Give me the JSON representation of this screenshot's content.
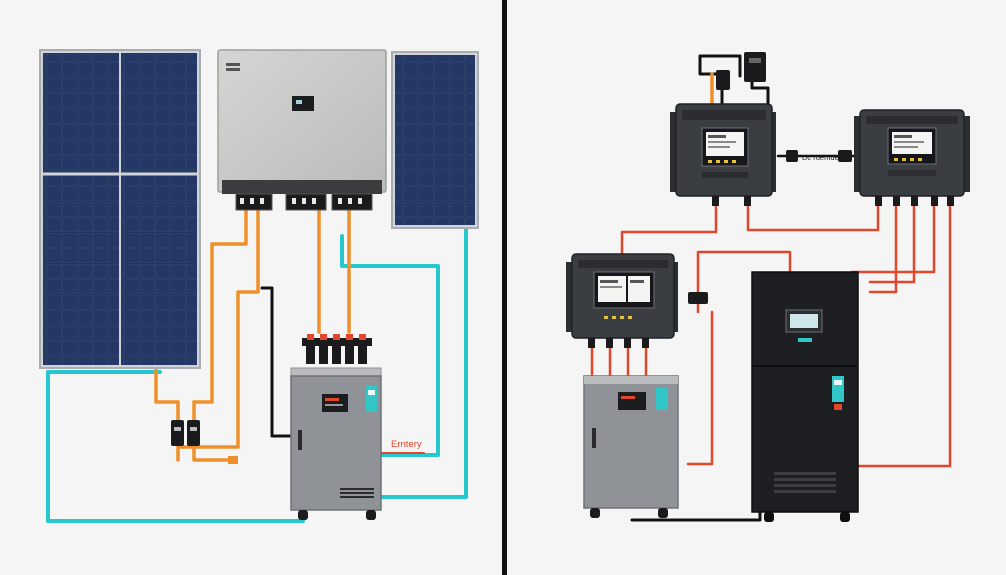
{
  "colors": {
    "background": "#f4f5f4",
    "divider": "#111111",
    "panel_cell": "#1f2f55",
    "panel_frame": "#c9cdd3",
    "inverter_body": "#c7c9c6",
    "controller_body": "#3a3d42",
    "battery_body": "#8b8f93",
    "cabinet_body": "#1e1f22",
    "wire_orange": "#f0902a",
    "wire_cyan": "#27c7cf",
    "wire_black": "#111111",
    "wire_red": "#e2472b",
    "accent_teal": "#33c6c6"
  },
  "left_diagram": {
    "battery_label": "Erntery",
    "components": [
      "solar-panel-large",
      "inverter",
      "solar-panel-small",
      "fuse-holders",
      "battery-cabinet"
    ]
  },
  "right_diagram": {
    "connector_label": "Dc ruemde",
    "components": [
      "charge-controller-top-left",
      "charge-controller-top-right",
      "charge-controller-left",
      "battery-cabinet",
      "storage-cabinet"
    ]
  }
}
